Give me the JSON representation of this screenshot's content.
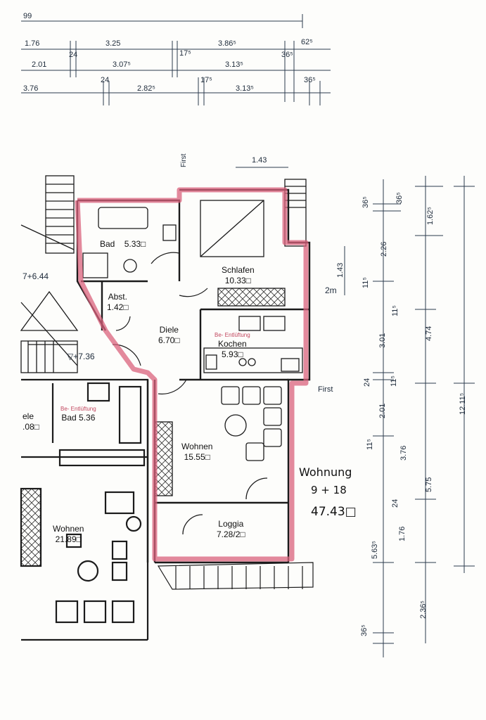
{
  "dims_top": {
    "row0": [
      "99"
    ],
    "row1": [
      "1.76",
      "24",
      "3.25",
      "17⁵",
      "3.86⁵",
      "36⁵",
      "62⁵"
    ],
    "row2": [
      "2.01",
      "3.07⁵",
      "3.13⁵"
    ],
    "row3": [
      "3.76",
      "24",
      "2.82⁵",
      "17⁵",
      "3.13⁵",
      "36⁵"
    ]
  },
  "dims_right": {
    "col1": [
      "36⁵",
      "2.26",
      "1.43",
      "11⁵",
      "3.01",
      "24",
      "11⁵",
      "2.01",
      "5.63⁵",
      "36⁵"
    ],
    "col2": [
      "36⁵",
      "1.62⁵",
      "4.74",
      "11⁵",
      "3.76",
      "24",
      "1.76",
      "2.36⁵",
      "11⁵"
    ],
    "col3": [
      "5.75",
      "12.11⁵"
    ]
  },
  "dims_inner": {
    "width_top": "1.43",
    "height_2m": "2m"
  },
  "labels": {
    "first_top": "First",
    "first_right": "First",
    "stair_level_left": "7+6.44",
    "stair_level_mid": "▽+7.36"
  },
  "rooms": {
    "bad": {
      "name": "Bad",
      "area": "5.33□"
    },
    "abst": {
      "name": "Abst.",
      "area": "1.42□"
    },
    "diele": {
      "name": "Diele",
      "area": "6.70□"
    },
    "schlafen": {
      "name": "Schlafen",
      "area": "10.33□"
    },
    "kochen": {
      "name": "Kochen",
      "area": "5.93□",
      "note": "Be- Entlüftung"
    },
    "wohnen": {
      "name": "Wohnen",
      "area": "15.55□"
    },
    "loggia": {
      "name": "Loggia",
      "area": "7.28/2□"
    },
    "neighbor_bad": {
      "name": "Bad",
      "area": "5.36",
      "note": "Be- Entlüftung"
    },
    "neighbor_diele": {
      "name": "ele",
      "area": ".08□"
    },
    "neighbor_wohnen": {
      "name": "Wohnen",
      "area": "21.89□"
    }
  },
  "apartment": {
    "title": "Wohnung",
    "number": "9 + 18",
    "total": "47.43□"
  },
  "colors": {
    "highlight": "#d9627c",
    "ink": "#1b1b1b",
    "dimension": "#1d2a3a"
  }
}
